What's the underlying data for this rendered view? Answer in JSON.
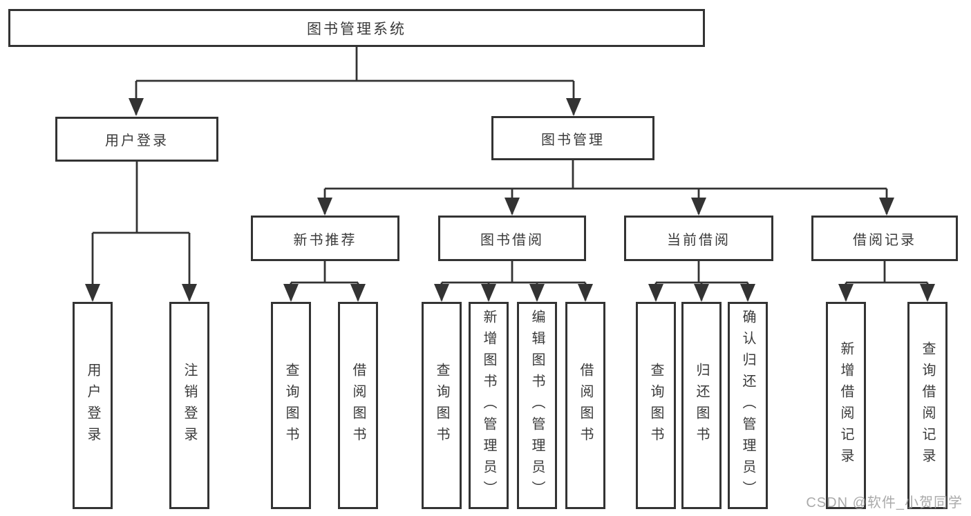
{
  "colors": {
    "line": "#333333",
    "box_border": "#333333",
    "box_fill": "#ffffff",
    "text": "#3a3a3a",
    "watermark_text": "#9c9c9c",
    "background": "#ffffff"
  },
  "tree": {
    "label": "图书管理系统",
    "children": [
      {
        "label": "用户登录",
        "children": [
          {
            "label": "用户登录"
          },
          {
            "label": "注销登录"
          }
        ]
      },
      {
        "label": "图书管理",
        "children": [
          {
            "label": "新书推荐",
            "children": [
              {
                "label": "查询图书"
              },
              {
                "label": "借阅图书"
              }
            ]
          },
          {
            "label": "图书借阅",
            "children": [
              {
                "label": "查询图书"
              },
              {
                "label": "新增图书（管理员）"
              },
              {
                "label": "编辑图书（管理员）"
              },
              {
                "label": "借阅图书"
              }
            ]
          },
          {
            "label": "当前借阅",
            "children": [
              {
                "label": "查询图书"
              },
              {
                "label": "归还图书"
              },
              {
                "label": "确认归还（管理员）"
              }
            ]
          },
          {
            "label": "借阅记录",
            "children": [
              {
                "label": "新增借阅记录"
              },
              {
                "label": "查询借阅记录"
              }
            ]
          }
        ]
      }
    ]
  },
  "watermark": {
    "text": "CSDN @软件_小贺同学"
  }
}
